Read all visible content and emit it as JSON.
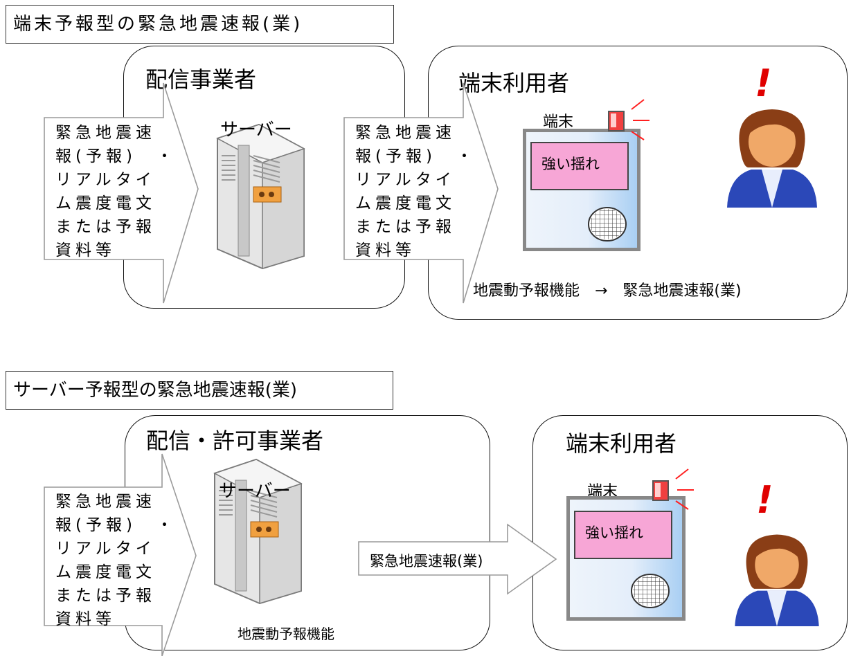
{
  "top": {
    "title": "端末予報型の緊急地震速報(業)",
    "provider_panel": {
      "title": "配信事業者"
    },
    "user_panel": {
      "title": "端末利用者",
      "footer": "地震動予報機能　→　緊急地震速報(業)"
    },
    "input_arrow_text": "緊急地震速\n報(予報)　・\nリアルタイ\nム震度電文\nまたは予報\n資料等",
    "relay_arrow_text": "緊急地震速\n報(予報)　・\nリアルタイ\nム震度電文\nまたは予報\n資料等",
    "server_label": "サーバー",
    "device_label": "端末",
    "screen_text": "強い揺れ"
  },
  "bottom": {
    "title": "サーバー予報型の緊急地震速報(業)",
    "provider_panel": {
      "title": "配信・許可事業者",
      "footer": "地震動予報機能"
    },
    "user_panel": {
      "title": "端末利用者"
    },
    "input_arrow_text": "緊急地震速\n報(予報)　・\nリアルタイ\nム震度電文\nまたは予報\n資料等",
    "relay_arrow_text": "緊急地震速報(業)",
    "server_label": "サーバー",
    "device_label": "端末",
    "screen_text": "強い揺れ"
  },
  "icons": {
    "server": "server-icon",
    "person": "user-icon",
    "alarm": "alarm-lamp-icon",
    "speaker": "speaker-icon",
    "alert": "exclamation-icon"
  },
  "colors": {
    "screen": "#f7a6d6",
    "alarm_red": "#e00000",
    "device_border": "#888888",
    "server_accent": "#f0a040",
    "person_shirt": "#2b48b8",
    "person_hair": "#8a3e16",
    "person_skin": "#f0a868"
  },
  "symbols": {
    "alert_mark": "!"
  }
}
